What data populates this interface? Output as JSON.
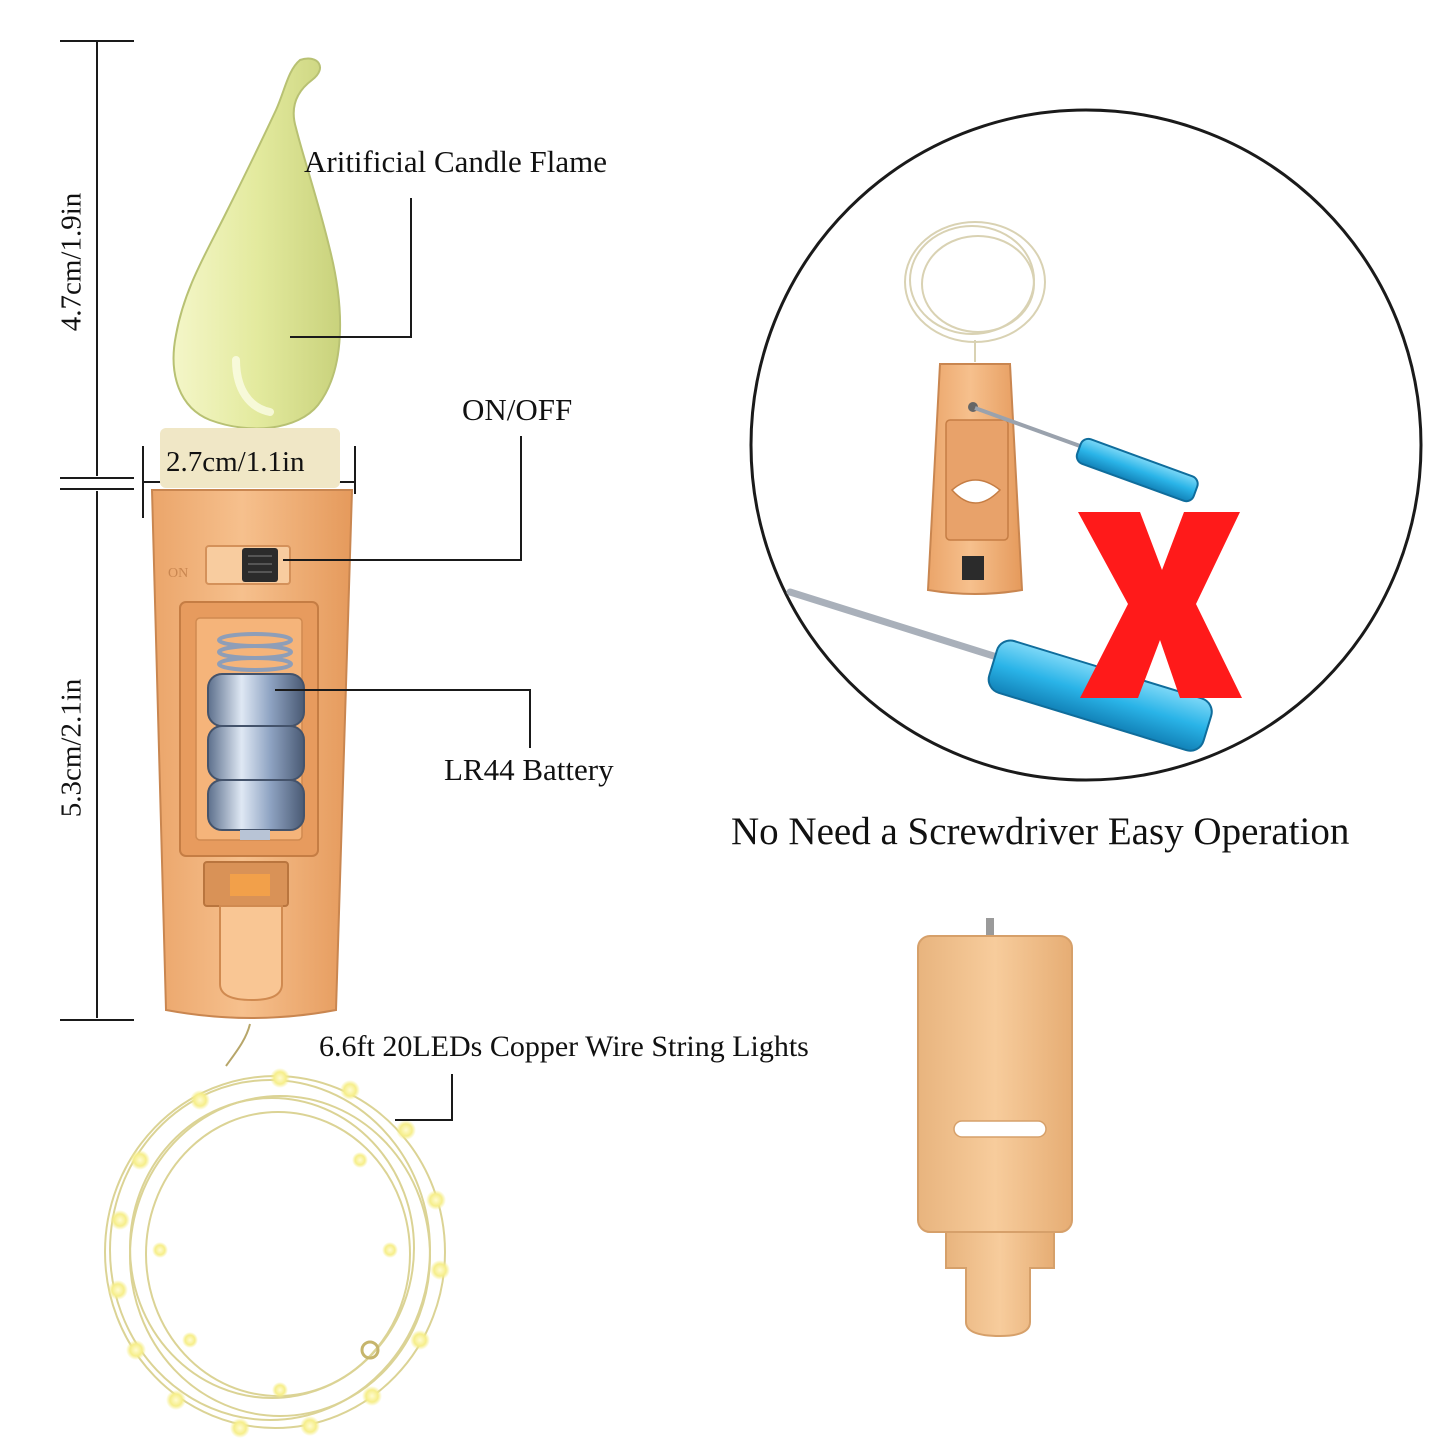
{
  "labels": {
    "flame": "Aritificial Candle Flame",
    "switch": "ON/OFF",
    "battery": "LR44 Battery",
    "wire": "6.6ft 20LEDs Copper Wire String Lights",
    "caption": "No Need a Screwdriver Easy Operation"
  },
  "dimensions": {
    "flame_height": "4.7cm/1.9in",
    "cork_height": "5.3cm/2.1in",
    "cork_width": "2.7cm/1.1in"
  },
  "cork_text": "ON",
  "colors": {
    "cork": "#f0b27c",
    "flame": "#e6ecae",
    "battery": "#9fb3cf",
    "cross": "#ff1a1a",
    "screwdriver_handle": "#2ab4e8",
    "led_wire": "#f4ec8a",
    "line": "#1a1a1a"
  },
  "icons": [
    "candle-flame-bulb",
    "cork-stopper",
    "battery-stack",
    "screwdriver",
    "red-x-cross",
    "led-wire-coil"
  ]
}
